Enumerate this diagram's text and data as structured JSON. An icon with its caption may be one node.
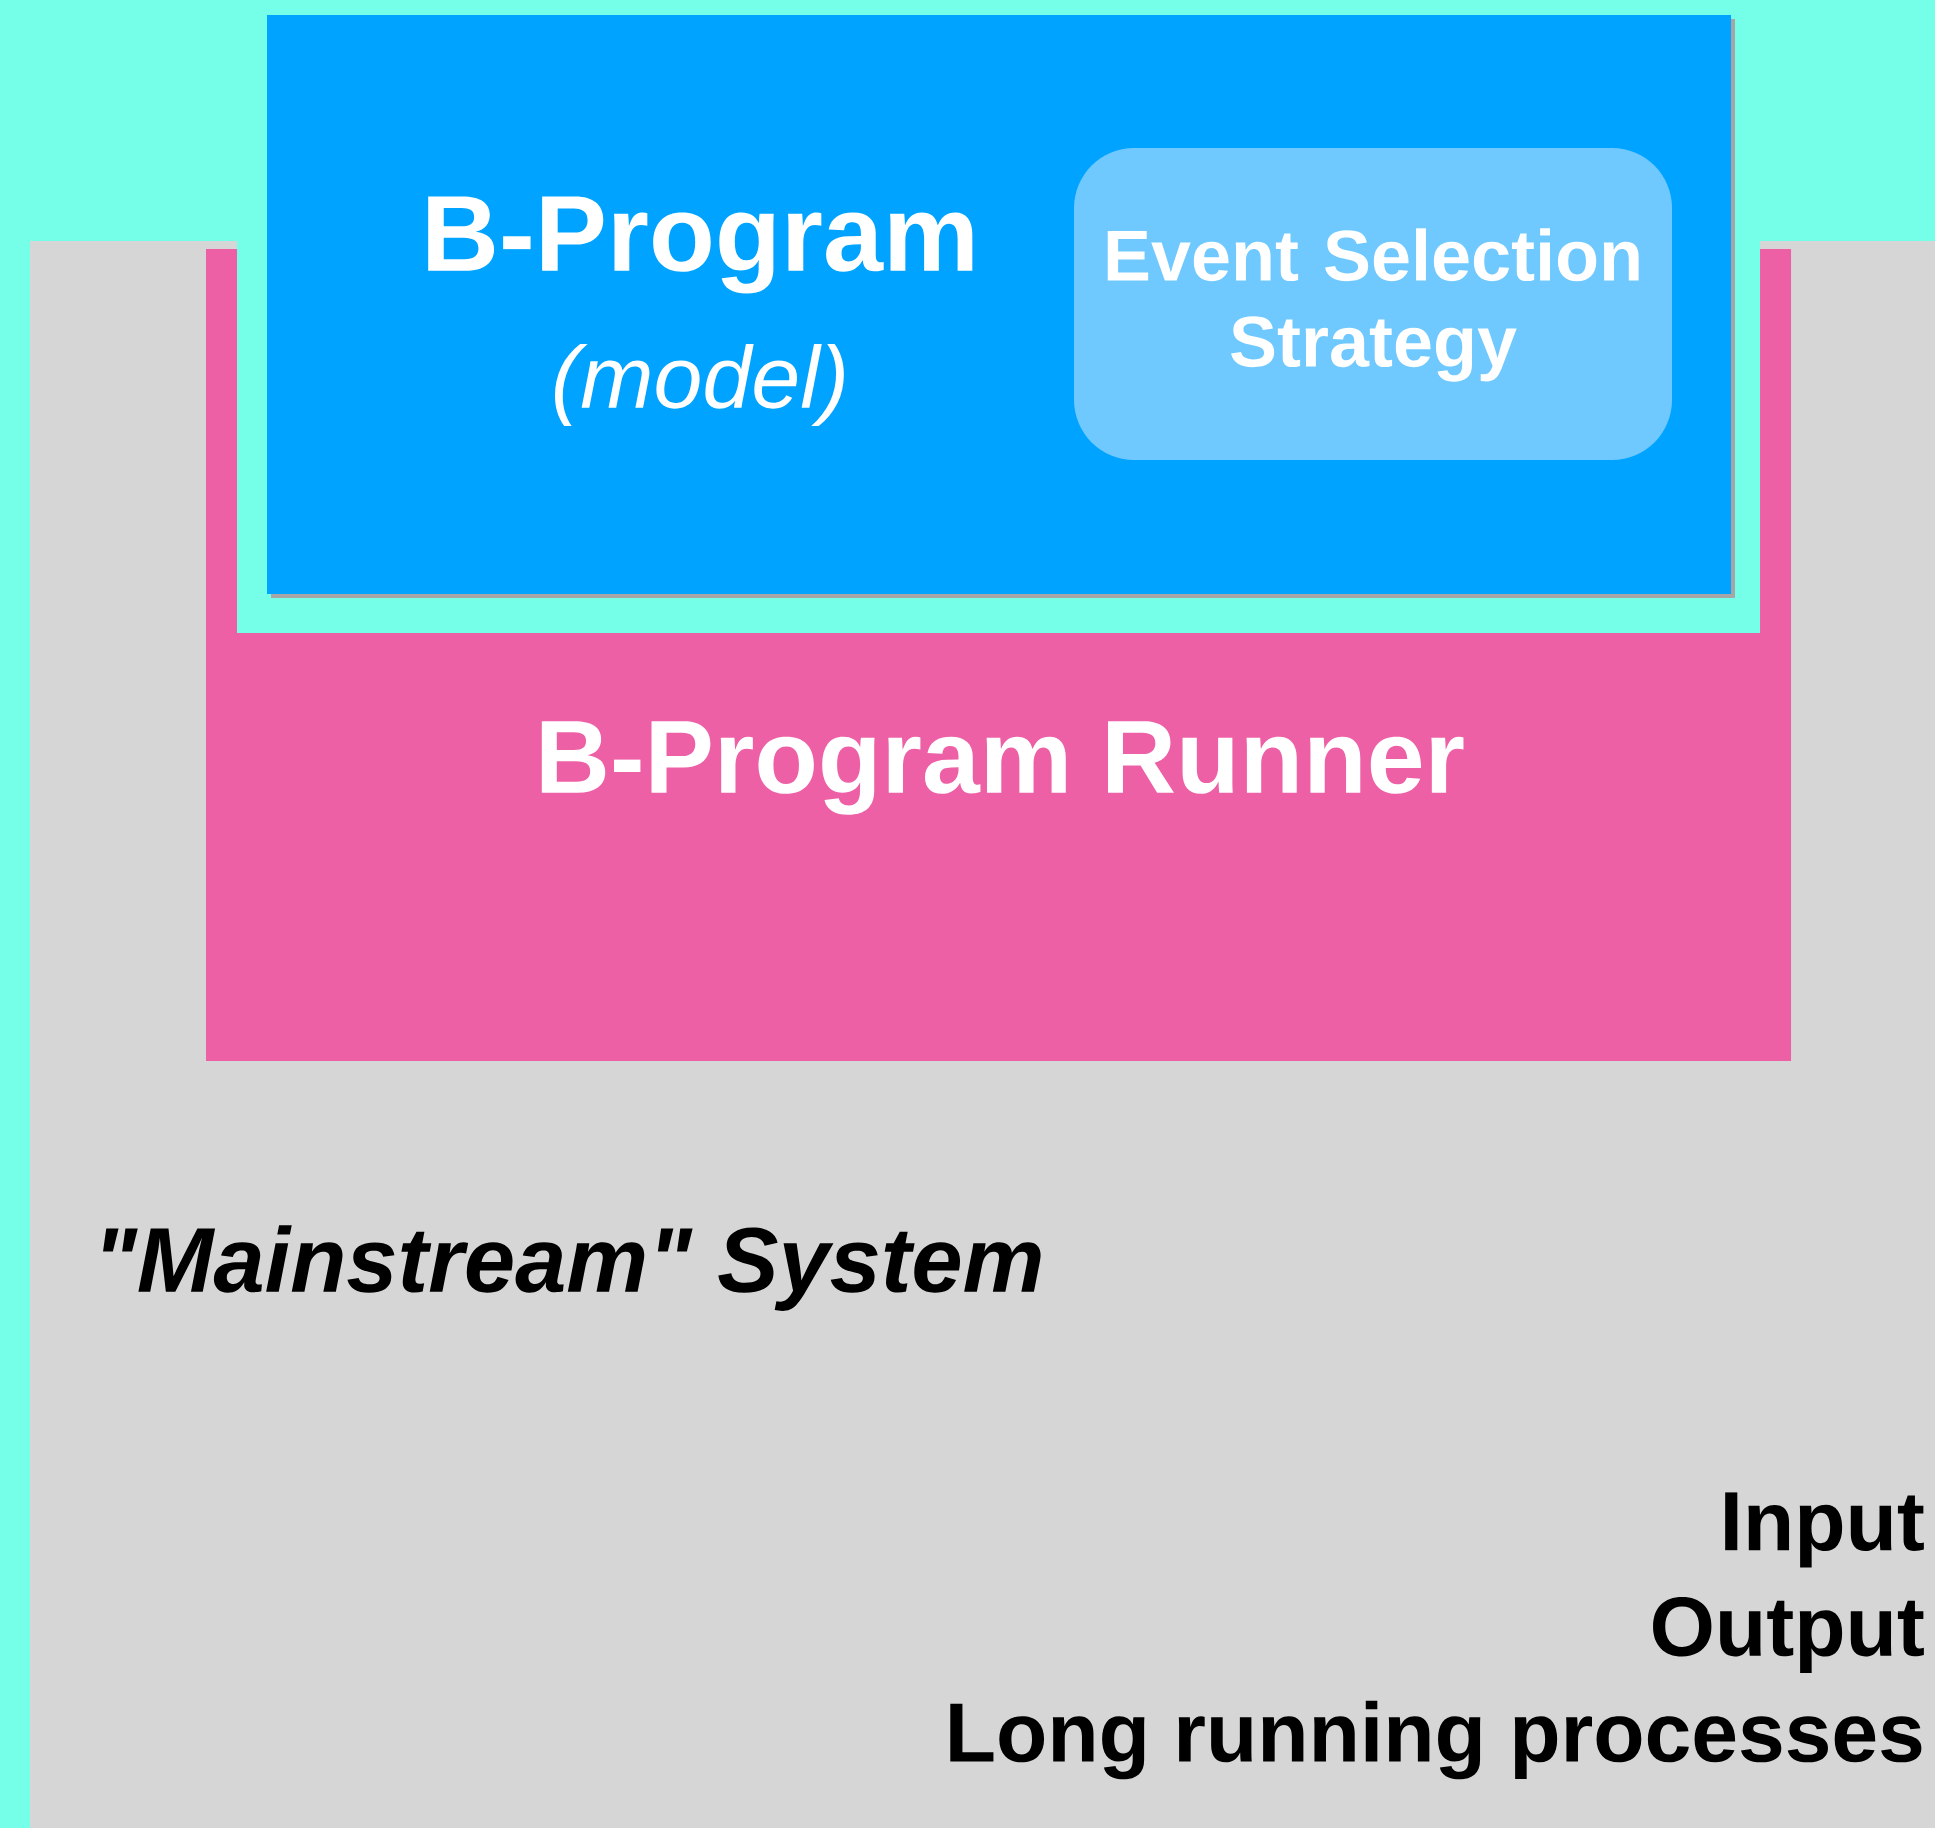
{
  "diagram": {
    "nodes": [
      {
        "text": [
          "\"Mainstream\" System",
          "Input",
          "Output",
          "Long running processes"
        ]
      },
      {
        "text": [
          "B-Program Runner"
        ],
        "in": 0
      },
      {
        "text": [
          "B-Program",
          "(model)"
        ]
      },
      {
        "text": [
          "Event Selection Strategy"
        ],
        "in": 2
      }
    ]
  }
}
